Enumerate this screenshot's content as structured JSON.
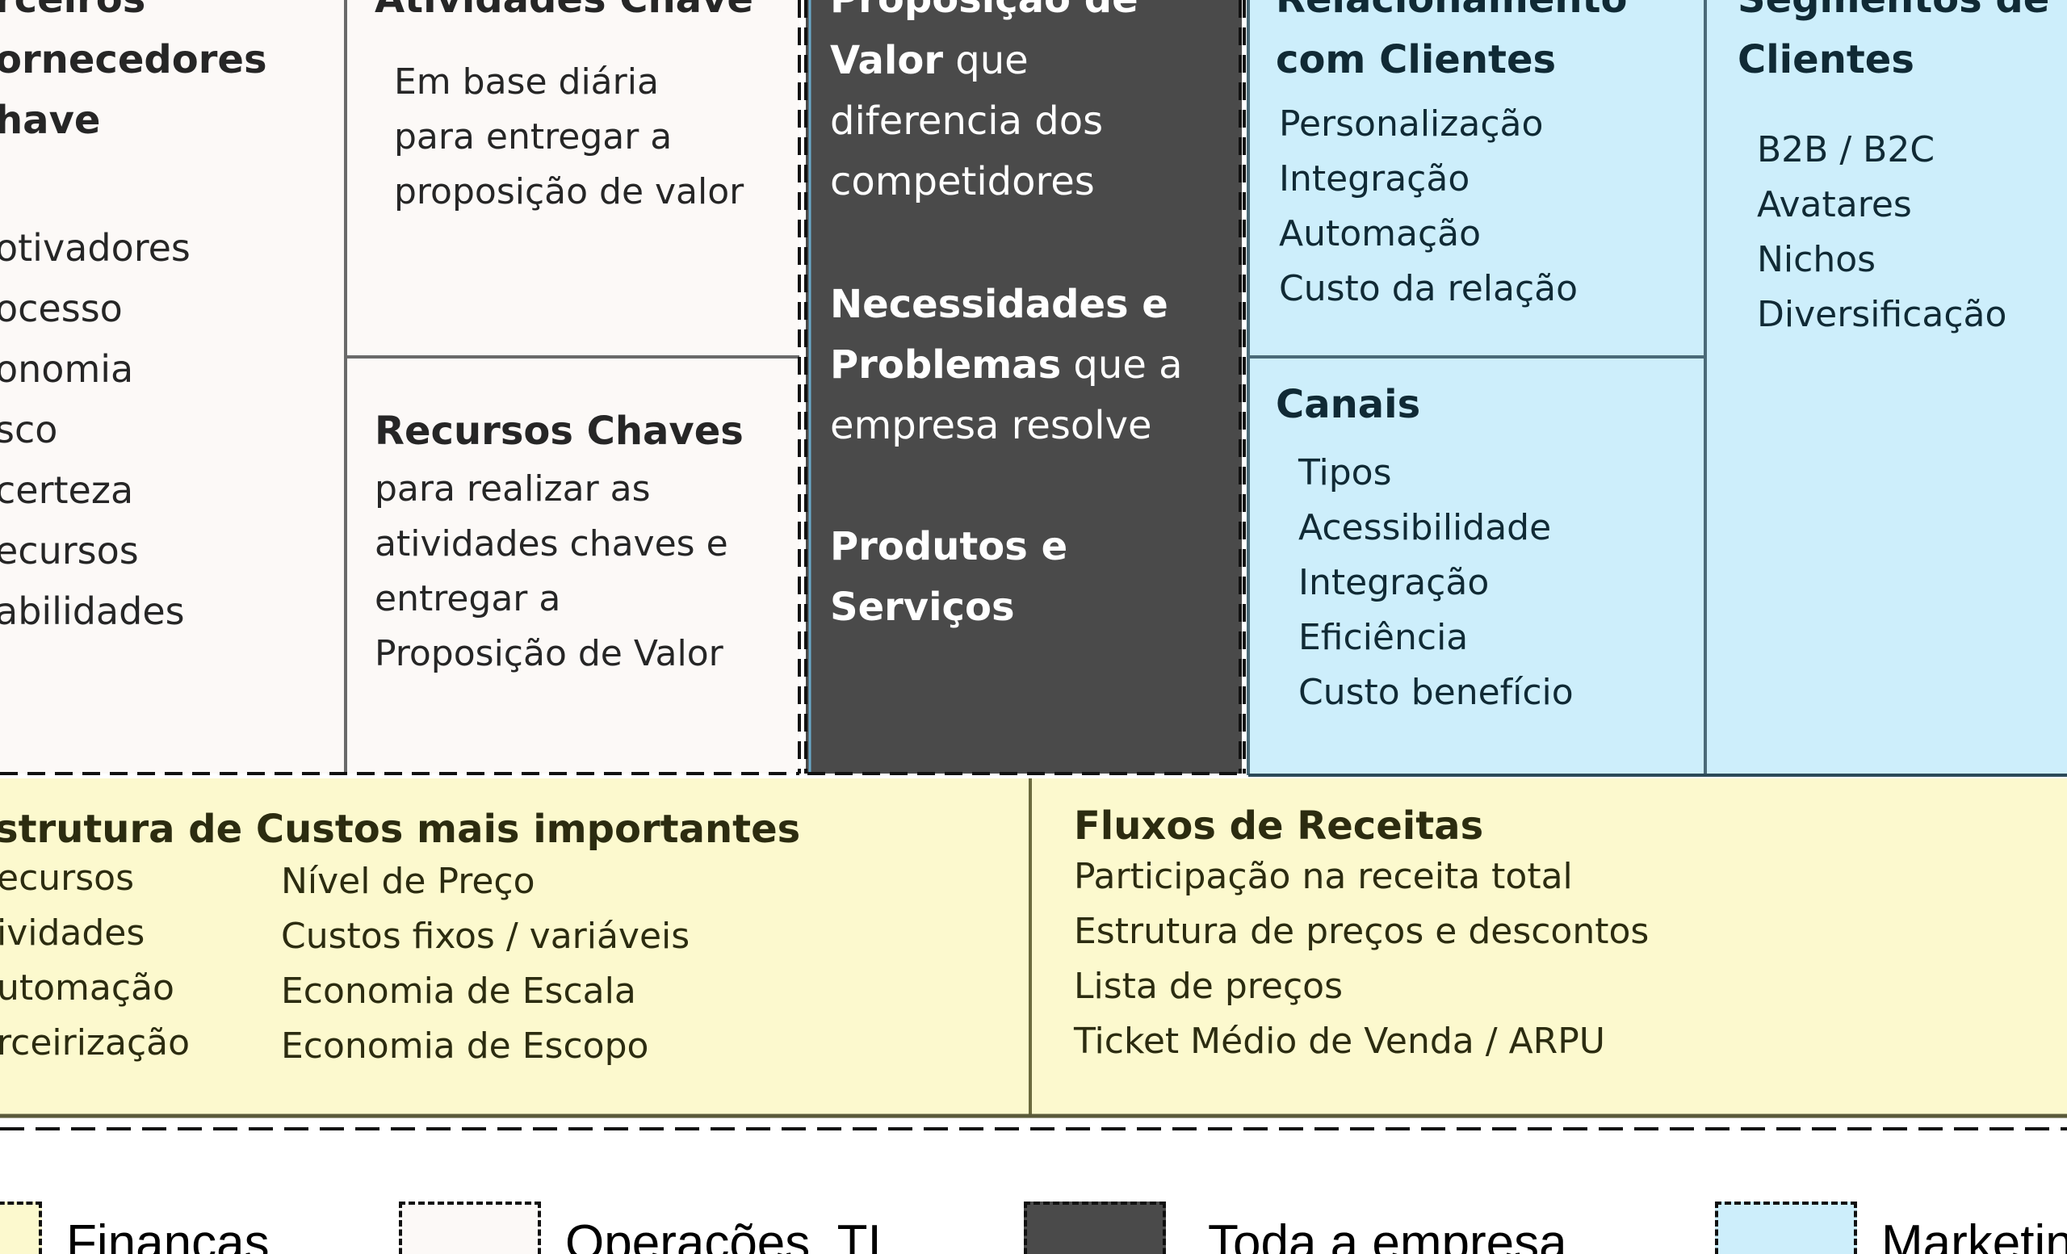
{
  "partners": {
    "heading": "rceiros\nornecedores\nhave",
    "items": [
      "otivadores",
      "ocesso",
      "onomia",
      "sco",
      "certeza",
      "ecursos",
      "abilidades"
    ]
  },
  "activities": {
    "heading": "Atividades Chave",
    "text": "Em base diária\npara entregar a\nproposição de valor"
  },
  "resources": {
    "heading": "Recursos Chaves",
    "text": "para realizar as\natividades chaves e\nentregar a\nProposição de Valor"
  },
  "value": {
    "line1": "Proposição de",
    "bold2": "Valor",
    "rest2": " que",
    "text3": "diferencia dos\ncompetidores",
    "bold4": "Necessidades e",
    "bold5": "Problemas",
    "rest5": " que a",
    "text6": "empresa resolve",
    "products": "Produtos e\nServiços"
  },
  "relationships": {
    "heading": "Relacionamento\ncom Clientes",
    "items": [
      "Personalização",
      "Integração",
      "Automação",
      "Custo da relação"
    ]
  },
  "channels": {
    "heading": "Canais",
    "items": [
      "Tipos",
      "Acessibilidade",
      "Integração",
      "Eficiência",
      "Custo benefício"
    ]
  },
  "segments": {
    "heading": "Segmentos de\nClientes",
    "items": [
      "B2B / B2C",
      "Avatares",
      "Nichos",
      "Diversificação"
    ]
  },
  "costs": {
    "heading": "strutura de Custos mais importantes",
    "col1": [
      "ecursos",
      "ividades",
      "utomação",
      "rceirização"
    ],
    "col2": [
      "Nível de Preço",
      "Custos fixos / variáveis",
      "Economia de Escala",
      "Economia de Escopo"
    ]
  },
  "revenue": {
    "heading": "Fluxos de Receitas",
    "items": [
      "Participação na receita total",
      "Estrutura de preços e descontos",
      "Lista de preços",
      "Ticket Médio de Venda / ARPU"
    ]
  },
  "legend": {
    "finance": "Finanças",
    "operations": "Operações, TI",
    "company": "Toda a empresa",
    "marketing": "Marketing"
  },
  "colors": {
    "operations": "#fcf9f7",
    "value": "#4a4a4a",
    "marketing": "#cdeefb",
    "finance": "#fcf9ce"
  }
}
